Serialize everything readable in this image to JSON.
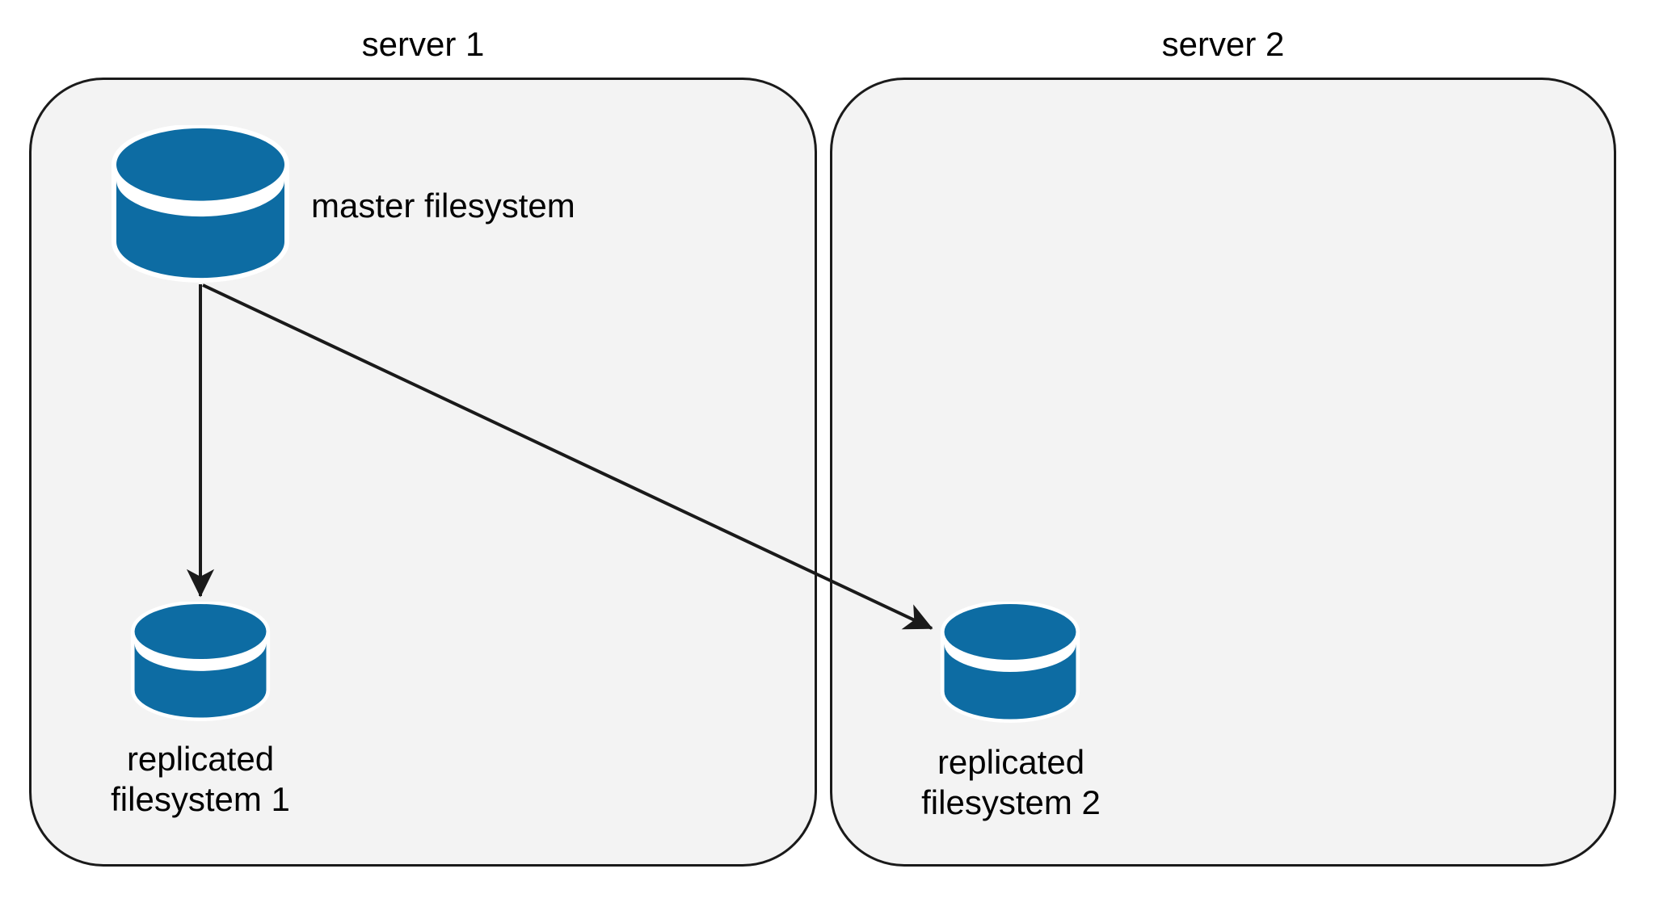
{
  "diagram": {
    "background_color": "#ffffff",
    "colors": {
      "box_fill": "#f3f3f3",
      "box_stroke": "#1a1a1a",
      "cylinder_fill": "#0d6ca3",
      "cylinder_gap": "#ffffff",
      "arrow": "#1a1a1a",
      "text": "#000000"
    },
    "groups": [
      {
        "id": "server1",
        "title": "server 1"
      },
      {
        "id": "server2",
        "title": "server 2"
      }
    ],
    "nodes": [
      {
        "id": "master",
        "icon": "database-icon",
        "group": "server1",
        "label": "master filesystem"
      },
      {
        "id": "replica1",
        "icon": "database-icon",
        "group": "server1",
        "label": "replicated filesystem 1",
        "label_lines": [
          "replicated",
          "filesystem 1"
        ]
      },
      {
        "id": "replica2",
        "icon": "database-icon",
        "group": "server2",
        "label": "replicated filesystem 2",
        "label_lines": [
          "replicated",
          "filesystem 2"
        ]
      }
    ],
    "edges": [
      {
        "from": "master",
        "to": "replica1",
        "style": "solid-arrow"
      },
      {
        "from": "master",
        "to": "replica2",
        "style": "solid-arrow"
      }
    ]
  }
}
